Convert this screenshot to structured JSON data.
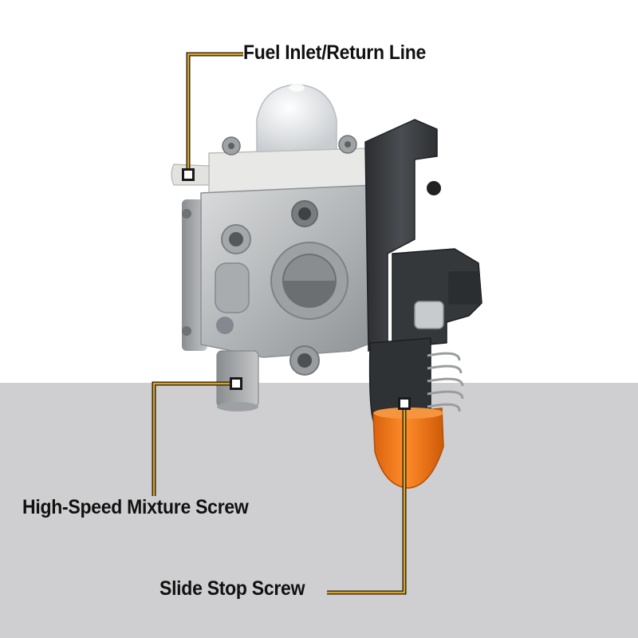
{
  "colors": {
    "background_top": "#ffffff",
    "background_bottom": "#cfcfd1",
    "callout_line": "#e0a21a",
    "callout_outline": "#1a1a1a",
    "marker_fill": "#ffffff",
    "aluminum": "#b9bcbe",
    "plastic_dark": "#3a3d40",
    "nozzle_orange": "#f07a1c",
    "primer_bulb": "#eef0f2"
  },
  "icons": [
    "carburetor-illustration",
    "callout-marker-square"
  ],
  "callouts": [
    {
      "id": "fuel",
      "label": "Fuel Inlet/Return Line"
    },
    {
      "id": "high",
      "label": "High-Speed Mixture Screw"
    },
    {
      "id": "slide",
      "label": "Slide Stop Screw"
    }
  ]
}
